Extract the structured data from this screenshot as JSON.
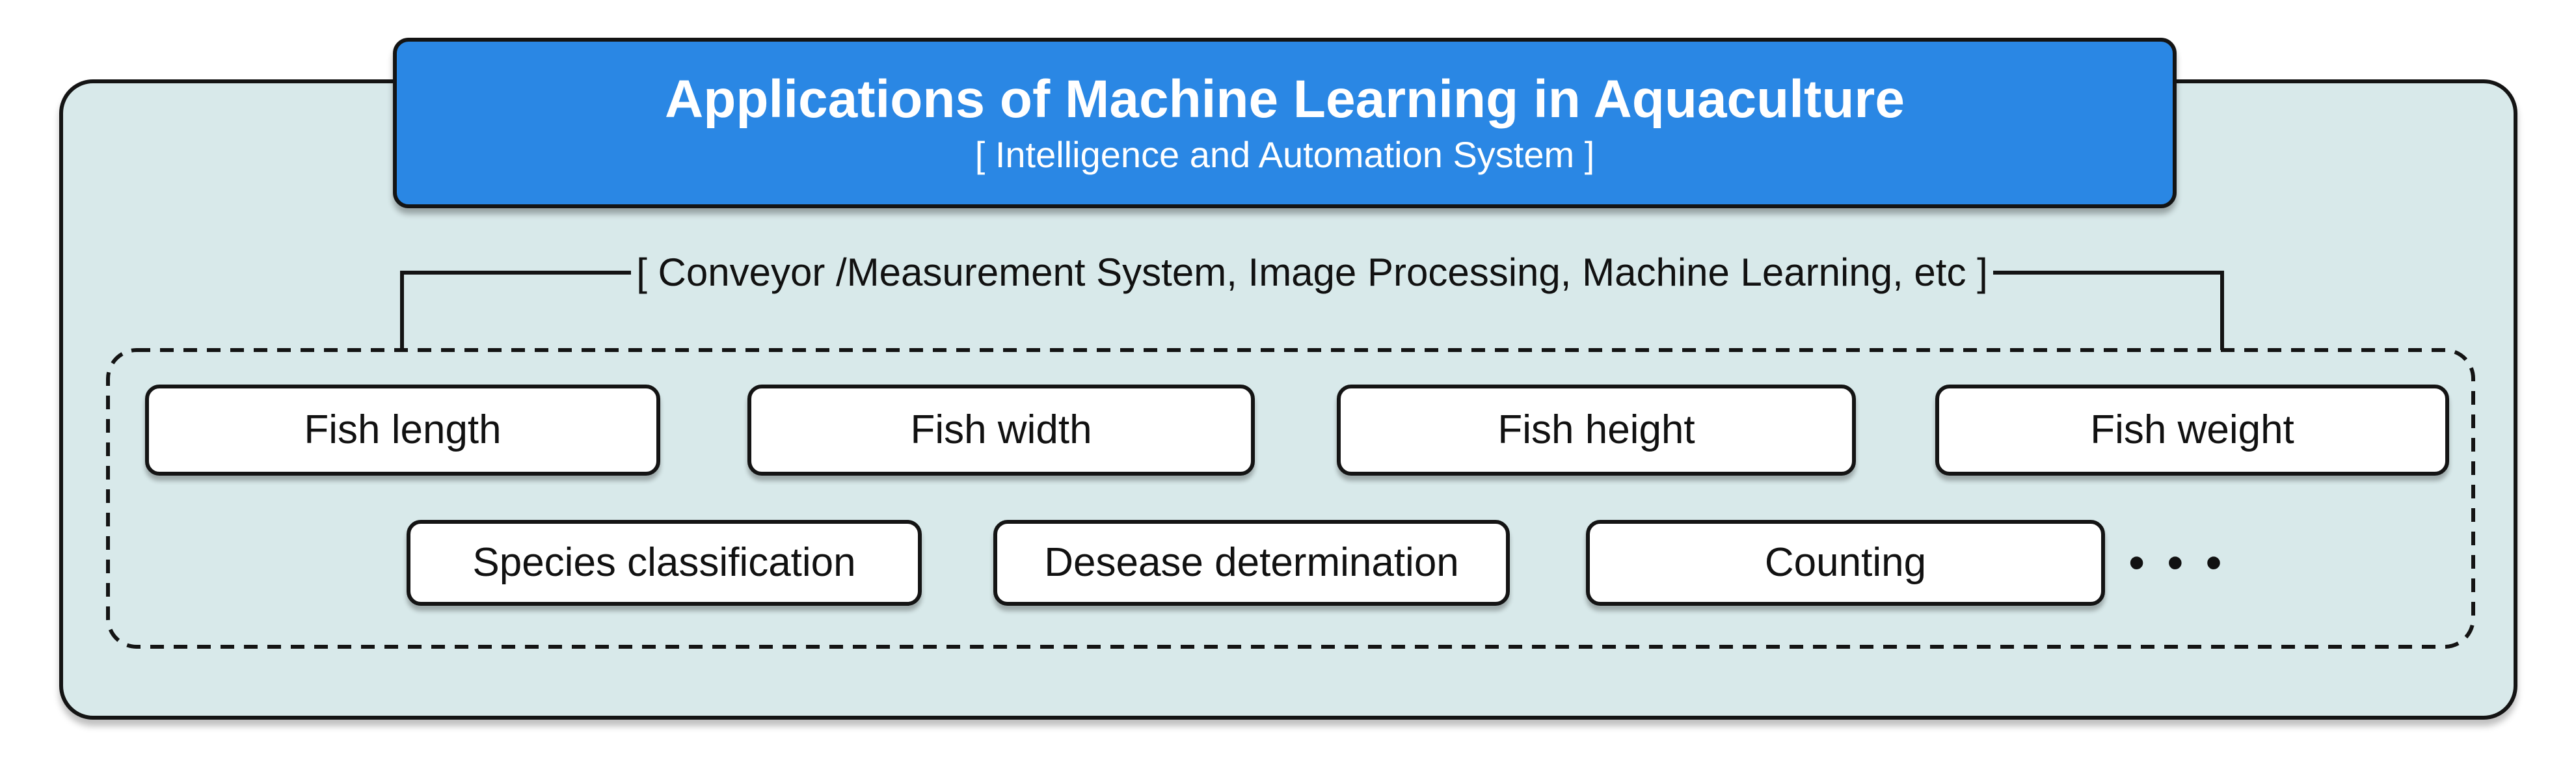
{
  "header": {
    "title": "Applications of Machine Learning in Aquaculture",
    "subtitle": "[ Intelligence and Automation System ]"
  },
  "system_label": "[ Conveyor /Measurement System, Image Processing, Machine Learning, etc ]",
  "applications": {
    "row1": [
      "Fish length",
      "Fish width",
      "Fish height",
      "Fish weight"
    ],
    "row2": [
      "Species classification",
      "Desease determination",
      "Counting"
    ],
    "ellipsis": "•••"
  },
  "colors": {
    "header_bg": "#2a87e4",
    "header_text": "#ffffff",
    "panel_bg": "#d8e9ea",
    "border": "#141414",
    "text": "#111111"
  }
}
